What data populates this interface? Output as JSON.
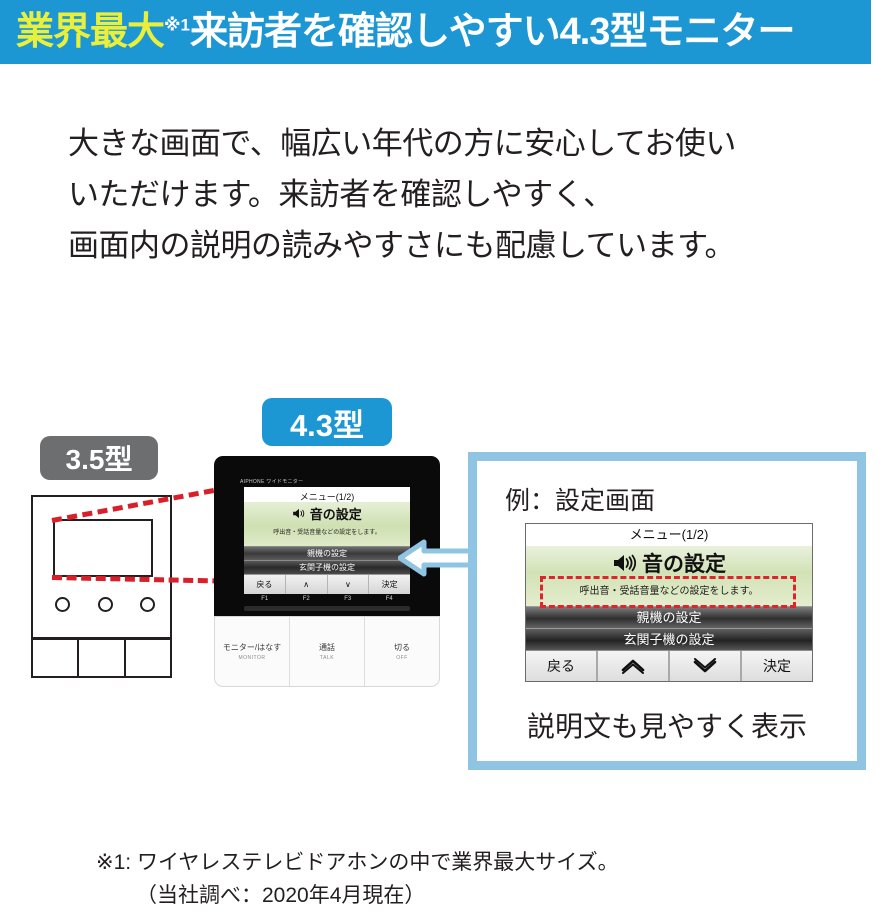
{
  "banner": {
    "emphasis": "業界最大",
    "superscript": "※1",
    "rest": "来訪者を確認しやすい4.3型モニター",
    "bg_color": "#1c97d4",
    "emphasis_color": "#eaf03a"
  },
  "lead": {
    "line1": "大きな画面で、幅広い年代の方に安心してお使い",
    "line2": "いただけます。来訪者を確認しやすく、",
    "line3": "画面内の説明の読みやすさにも配慮しています。"
  },
  "badges": {
    "small": "3.5型",
    "large": "4.3型",
    "small_color": "#6d6e70",
    "large_color": "#1c97d4"
  },
  "device43": {
    "brand": "AIPHONE ワイドモニター",
    "screen": {
      "title": "メニュー(1/2)",
      "highlight": "音の設定",
      "desc": "呼出音・受話音量などの設定をします。",
      "rows": [
        "親機の設定",
        "玄関子機の設定"
      ],
      "buttons": [
        "戻る",
        "∧",
        "∨",
        "決定"
      ]
    },
    "fkeys": [
      "F1",
      "F2",
      "F3",
      "F4"
    ],
    "base_keys": [
      {
        "jp": "モニター/はなす",
        "en": "MONITOR"
      },
      {
        "jp": "通話",
        "en": "TALK"
      },
      {
        "jp": "切る",
        "en": "OFF"
      }
    ]
  },
  "callout": {
    "title": "例：設定画面",
    "caption": "説明文も見やすく表示",
    "border_color": "#8fc4e2",
    "screen": {
      "title": "メニュー(1/2)",
      "highlight": "音の設定",
      "desc": "呼出音・受話音量などの設定をします。",
      "rows": [
        "親機の設定",
        "玄関子機の設定"
      ],
      "buttons": [
        "戻る",
        "∧",
        "∨",
        "決定"
      ],
      "highlight_dash_color": "#e0242c"
    }
  },
  "footnote": {
    "line1": "※1: ワイヤレステレビドアホンの中で業界最大サイズ。",
    "line2": "（当社調べ：2020年4月現在）"
  }
}
